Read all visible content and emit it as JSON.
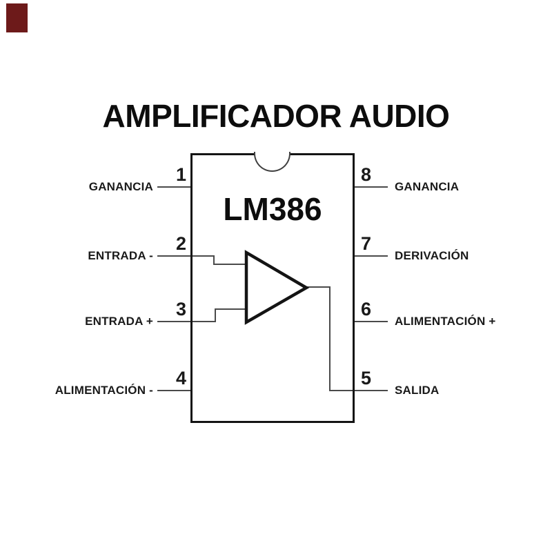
{
  "title": "AMPLIFICADOR AUDIO",
  "chip": {
    "name": "LM386"
  },
  "pins": {
    "left": [
      {
        "number": "1",
        "label": "GANANCIA"
      },
      {
        "number": "2",
        "label": "ENTRADA -"
      },
      {
        "number": "3",
        "label": "ENTRADA +"
      },
      {
        "number": "4",
        "label": "ALIMENTACIÓN -"
      }
    ],
    "right": [
      {
        "number": "8",
        "label": "GANANCIA"
      },
      {
        "number": "7",
        "label": "DERIVACIÓN"
      },
      {
        "number": "6",
        "label": "ALIMENTACIÓN +"
      },
      {
        "number": "5",
        "label": "SALIDA"
      }
    ]
  },
  "colors": {
    "background": "#ffffff",
    "ink": "#141414",
    "wire": "#4a4a4a",
    "brand_square": "#6d1a1a"
  }
}
